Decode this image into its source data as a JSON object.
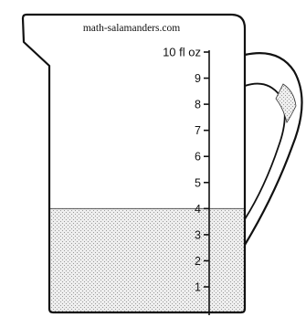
{
  "website": "math-salamanders.com",
  "scale": {
    "labels": [
      "1",
      "2",
      "3",
      "4",
      "5",
      "6",
      "7",
      "8",
      "9",
      "10 fl oz"
    ],
    "min": 0,
    "max": 10,
    "unit": "fl oz"
  },
  "liquid_level": 4,
  "colors": {
    "outline": "#111111",
    "liquid": "#d4d4d4",
    "background": "#ffffff"
  }
}
